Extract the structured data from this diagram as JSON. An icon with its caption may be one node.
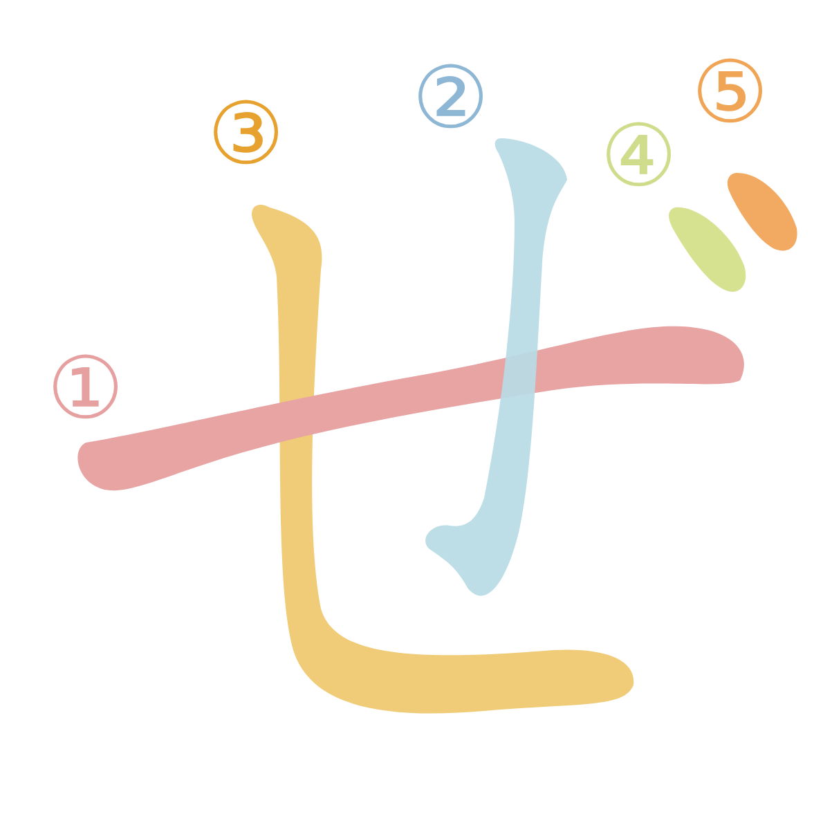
{
  "diagram": {
    "labels": [
      "②",
      "⑤",
      "③",
      "④",
      "①"
    ]
  }
}
